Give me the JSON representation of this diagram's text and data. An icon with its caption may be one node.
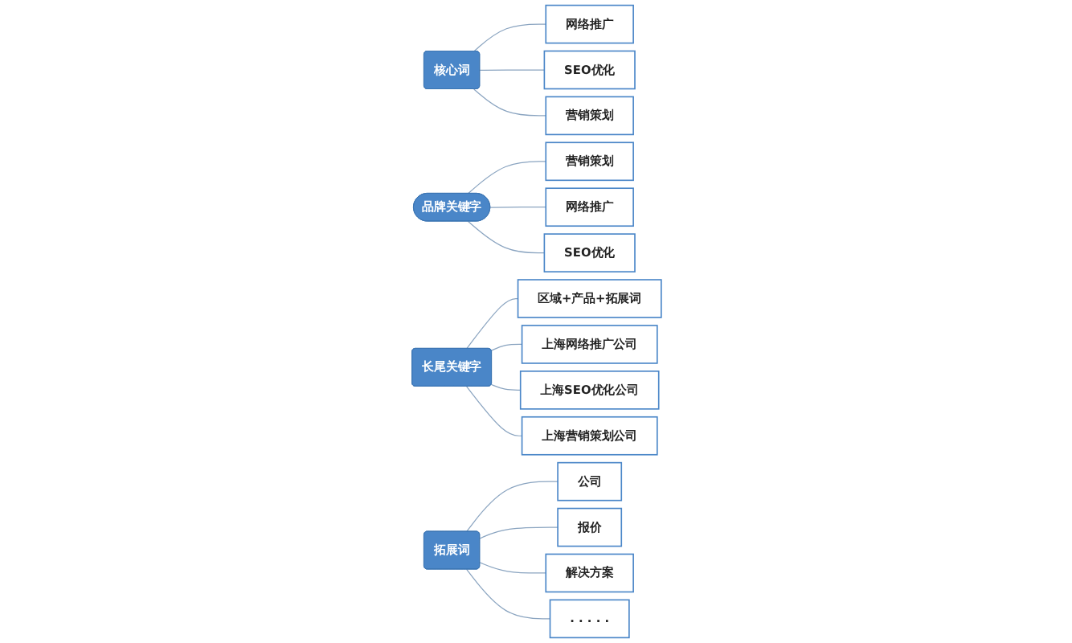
{
  "diagram": {
    "nodes": [
      {
        "text": [
          "核心词"
        ]
      },
      {
        "text": [
          "网络推广"
        ]
      },
      {
        "text": [
          "SEO优化"
        ]
      },
      {
        "text": [
          "营销策划"
        ]
      },
      {
        "text": [
          "品牌关键字"
        ]
      },
      {
        "text": [
          "营销策划"
        ]
      },
      {
        "text": [
          "网络推广"
        ]
      },
      {
        "text": [
          "SEO优化"
        ]
      },
      {
        "text": [
          "长尾关键字"
        ]
      },
      {
        "text": [
          "区域+产品+拓展词"
        ]
      },
      {
        "text": [
          "上海网络推广公司"
        ]
      },
      {
        "text": [
          "上海SEO优化公司"
        ]
      },
      {
        "text": [
          "上海营销策划公司"
        ]
      },
      {
        "text": [
          "拓展词"
        ]
      },
      {
        "text": [
          "公司"
        ]
      },
      {
        "text": [
          "报价"
        ]
      },
      {
        "text": [
          "解决方案"
        ]
      },
      {
        "text": [
          ". . . . ."
        ]
      }
    ],
    "edges": [
      {
        "from": 0,
        "to": 1,
        "arrow": "none"
      },
      {
        "from": 0,
        "to": 2,
        "arrow": "none"
      },
      {
        "from": 0,
        "to": 3,
        "arrow": "none"
      },
      {
        "from": 4,
        "to": 5,
        "arrow": "none"
      },
      {
        "from": 4,
        "to": 6,
        "arrow": "none"
      },
      {
        "from": 4,
        "to": 7,
        "arrow": "none"
      },
      {
        "from": 8,
        "to": 9,
        "arrow": "none"
      },
      {
        "from": 8,
        "to": 10,
        "arrow": "none"
      },
      {
        "from": 8,
        "to": 11,
        "arrow": "none"
      },
      {
        "from": 8,
        "to": 12,
        "arrow": "none"
      },
      {
        "from": 13,
        "to": 14,
        "arrow": "none"
      },
      {
        "from": 13,
        "to": 15,
        "arrow": "none"
      },
      {
        "from": 13,
        "to": 16,
        "arrow": "none"
      },
      {
        "from": 13,
        "to": 17,
        "arrow": "none"
      }
    ]
  }
}
